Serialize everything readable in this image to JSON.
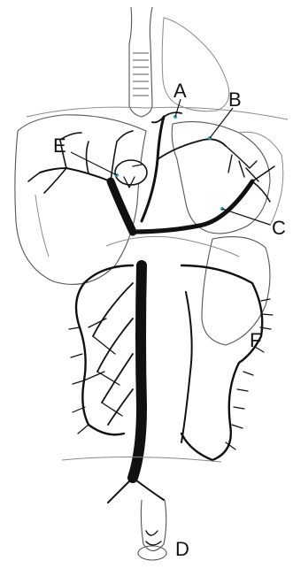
{
  "figure": {
    "labels": [
      {
        "key": "A",
        "text": "A"
      },
      {
        "key": "B",
        "text": "B"
      },
      {
        "key": "C",
        "text": "C"
      },
      {
        "key": "D",
        "text": "D"
      },
      {
        "key": "E",
        "text": "E"
      },
      {
        "key": "F",
        "text": "F"
      }
    ],
    "colors": {
      "ink": "#111111",
      "organ_outline": "#555555",
      "marker": "#2aa6b8",
      "background": "#ffffff"
    }
  }
}
